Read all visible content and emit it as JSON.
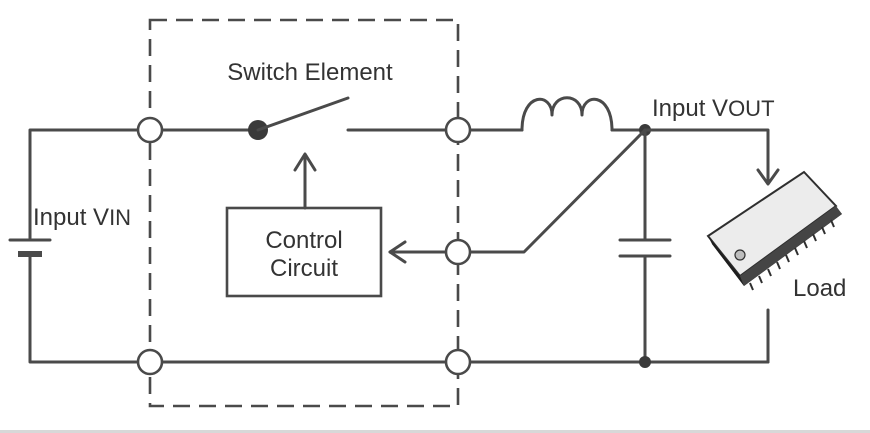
{
  "diagram": {
    "labels": {
      "switch_element": "Switch Element",
      "input_vin_prefix": "Input V",
      "input_vin_sub": "IN",
      "input_vout_prefix": "Input V",
      "input_vout_sub": "OUT",
      "control_line1": "Control",
      "control_line2": "Circuit",
      "load": "Load"
    },
    "colors": {
      "line": "#4a4a4a",
      "text": "#333333",
      "background": "#ffffff",
      "chip_body": "#2f2f2f",
      "chip_face": "#ececec"
    }
  }
}
